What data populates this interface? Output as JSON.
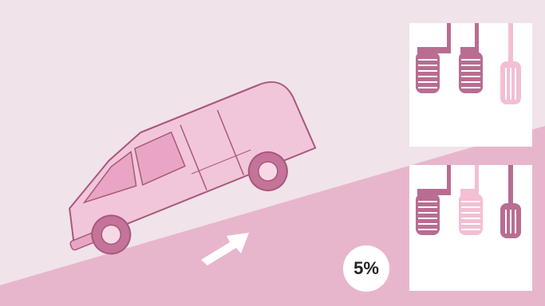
{
  "grade_label": "5%",
  "colors": {
    "sky": "#f0e3ea",
    "slope": "#e8b6cc",
    "van_body": "#f2c6da",
    "van_outline": "#a8587c",
    "pedal_active": "#b86d91",
    "pedal_idle": "#f2bfd4",
    "arrow": "#ffffff"
  },
  "pedal_panels": [
    {
      "name": "top",
      "pedals": [
        {
          "type": "clutch",
          "state": "pressed"
        },
        {
          "type": "brake",
          "state": "pressed"
        },
        {
          "type": "accelerator",
          "state": "released"
        }
      ]
    },
    {
      "name": "bottom",
      "pedals": [
        {
          "type": "clutch",
          "state": "pressed"
        },
        {
          "type": "brake",
          "state": "released"
        },
        {
          "type": "accelerator",
          "state": "pressed"
        }
      ]
    }
  ]
}
